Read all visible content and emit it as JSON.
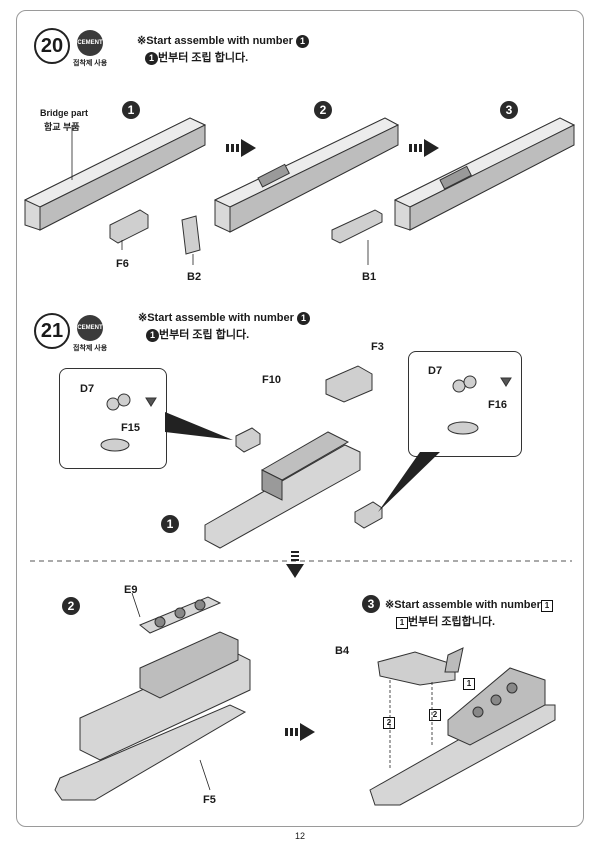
{
  "page_number": "12",
  "step20": {
    "number": "20",
    "cement_label": "CEMENT",
    "cement_ko": "접착제 사용",
    "note_en": "※Start assemble with number",
    "note_ko": "번부터 조립 합니다.",
    "note_ref": "1",
    "substeps": [
      "1",
      "2",
      "3"
    ],
    "labels": {
      "bridge_en": "Bridge part",
      "bridge_ko": "함교 부품",
      "f6": "F6",
      "b2": "B2",
      "b1": "B1"
    }
  },
  "step21": {
    "number": "21",
    "cement_label": "CEMENT",
    "cement_ko": "접착제 사용",
    "note_en": "※Start assemble with number",
    "note_ko": "번부터 조립 합니다.",
    "note_ref": "1",
    "labels": {
      "f3": "F3",
      "f10": "F10",
      "d7_left": "D7",
      "f15": "F15",
      "d7_right": "D7",
      "f16": "F16",
      "sub1": "1"
    }
  },
  "lower": {
    "sub2": "2",
    "sub3": "3",
    "e9": "E9",
    "f5": "F5",
    "b4": "B4",
    "note_en": "※Start assemble with number",
    "note_ko": "번부터 조립합니다.",
    "box_ref": "1",
    "box_tags": [
      "1",
      "2",
      "2"
    ]
  },
  "colors": {
    "part_fill": "#d9d9d9",
    "part_dark": "#8c8c8c",
    "ink": "#1a1a1a",
    "cement_bg": "#3a3a3a"
  }
}
